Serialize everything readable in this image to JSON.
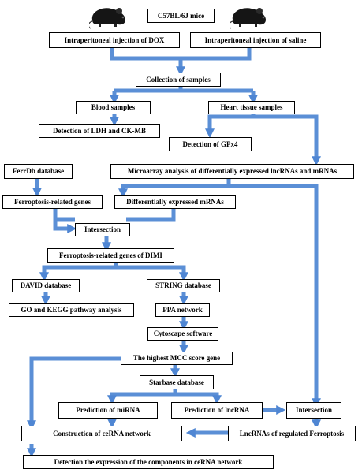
{
  "colors": {
    "arrow": "#5b8fd6",
    "arrow_stroke": "#3f6fb3",
    "box_border": "#000000"
  },
  "icons": {
    "left_mouse": "mouse-icon",
    "right_mouse": "mouse-icon"
  },
  "nodes": {
    "mice": "C57BL/6J mice",
    "dox": "Intraperitoneal injection of DOX",
    "saline": "Intraperitoneal injection of saline",
    "collection": "Collection of  samples",
    "blood": "Blood samples",
    "heart": "Heart tissue samples",
    "ldh": "Detection of  LDH and CK-MB",
    "gpx4": "Detection of  GPx4",
    "ferrdb": "FerrDb database",
    "microarray": "Microarray analysis of differentially expressed lncRNAs and mRNAs",
    "ferro_genes": "Ferroptosis-related genes",
    "diff_mrna": "Differentially expressed mRNAs",
    "intersection1": "Intersection",
    "dimi": "Ferroptosis-related genes of DIMI",
    "david": "DAVID database",
    "string": "STRING database",
    "go_kegg": "GO and KEGG pathway analysis",
    "ppa": "PPA network",
    "cytoscape": "Cytoscape software",
    "mcc": "The highest MCC score gene",
    "starbase": "Starbase database",
    "mirna": "Prediction of miRNA",
    "lncrna": "Prediction of lncRNA",
    "intersection2": "Intersection",
    "cerna": "Construction of ceRNA network",
    "lnc_ferro": "LncRNAs of regulated Ferroptosis",
    "detection_final": "Detection the expression of the components in ceRNA network"
  }
}
